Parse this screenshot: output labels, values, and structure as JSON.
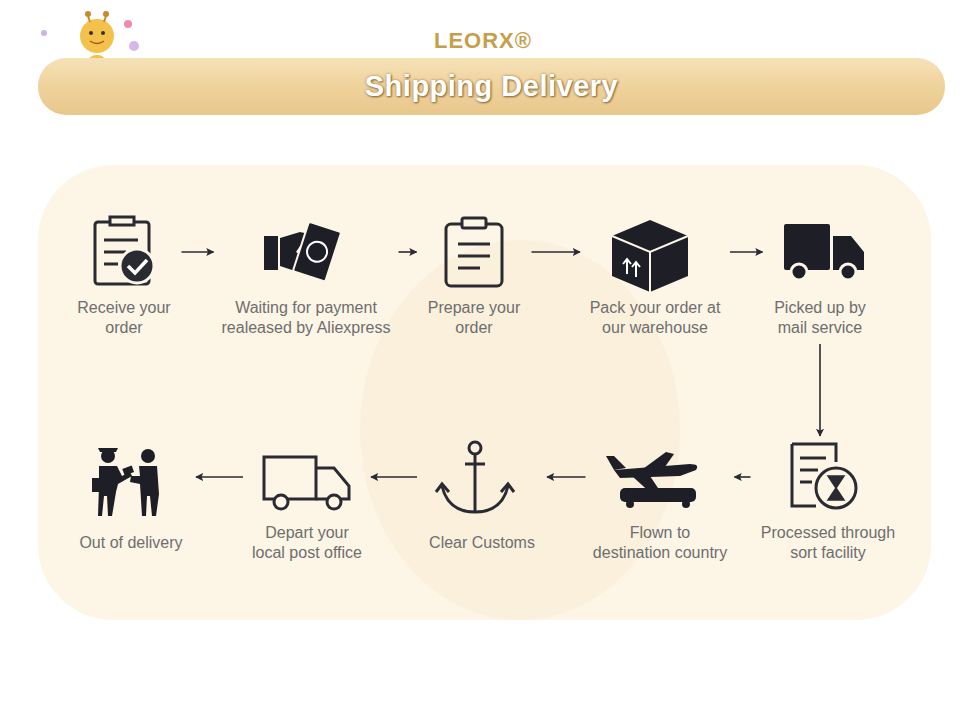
{
  "diagram": {
    "title": "LEORX®",
    "nodes": [
      {
        "text": [
          "Shipping Delivery"
        ]
      },
      {
        "text": [
          "Receive your order"
        ]
      },
      {
        "text": [
          "Waiting for payment realeased by Aliexpress"
        ]
      },
      {
        "text": [
          "Prepare your order"
        ]
      },
      {
        "text": [
          "Pack your order at our warehouse"
        ]
      },
      {
        "text": [
          "Picked up by mail service"
        ]
      },
      {
        "text": [
          "Processed through sort facility"
        ]
      },
      {
        "text": [
          "Flown to destination country"
        ]
      },
      {
        "text": [
          "Clear Customs"
        ]
      },
      {
        "text": [
          "Depart your local post office"
        ]
      },
      {
        "text": [
          "Out of delivery"
        ]
      }
    ],
    "edges": [
      {
        "from": 1,
        "to": 2,
        "arrow": "to"
      },
      {
        "from": 2,
        "to": 3,
        "arrow": "to"
      },
      {
        "from": 3,
        "to": 4,
        "arrow": "to"
      },
      {
        "from": 4,
        "to": 5,
        "arrow": "to"
      },
      {
        "from": 5,
        "to": 6,
        "arrow": "to"
      },
      {
        "from": 6,
        "to": 7,
        "arrow": "to"
      },
      {
        "from": 7,
        "to": 8,
        "arrow": "to"
      },
      {
        "from": 8,
        "to": 9,
        "arrow": "to"
      },
      {
        "from": 9,
        "to": 10,
        "arrow": "to"
      }
    ]
  }
}
